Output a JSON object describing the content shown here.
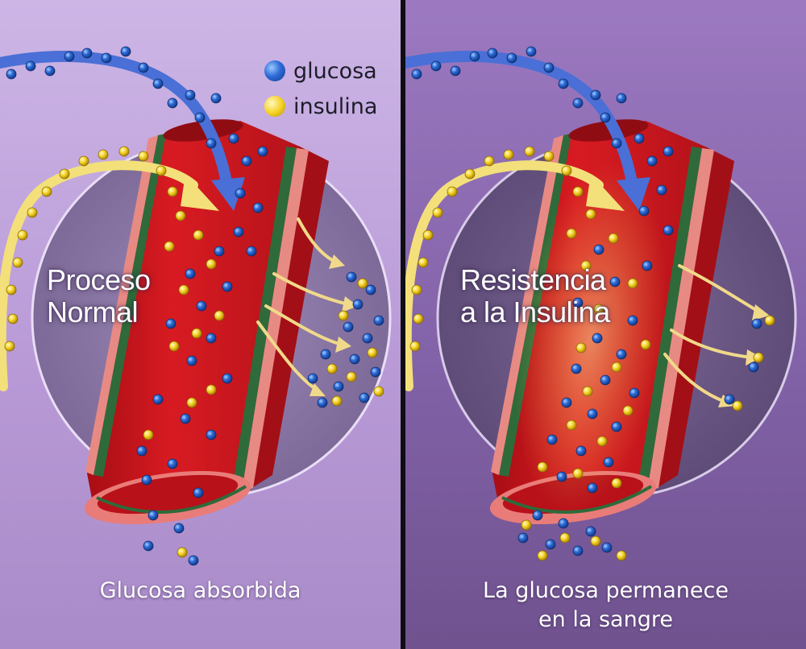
{
  "legend": {
    "glucose_label": "glucosa",
    "insulin_label": "insulina",
    "glucose_color": "#2e6cd8",
    "insulin_color": "#f6d428"
  },
  "left_panel": {
    "heading_line1": "Proceso",
    "heading_line2": "Normal",
    "caption_line1": "Glucosa absorbida",
    "background_color": "#b99ad7"
  },
  "right_panel": {
    "heading_line1": "Resistencia",
    "heading_line2": "a la Insulina",
    "caption_line1": "La glucosa permanece",
    "caption_line2": "en la sangre",
    "background_color": "#8262a8"
  },
  "colors": {
    "vessel_red": "#c8141b",
    "vessel_dark": "#8a0c12",
    "arrow_glucose": "#4a6fd6",
    "arrow_insulin": "#f3e07a"
  }
}
